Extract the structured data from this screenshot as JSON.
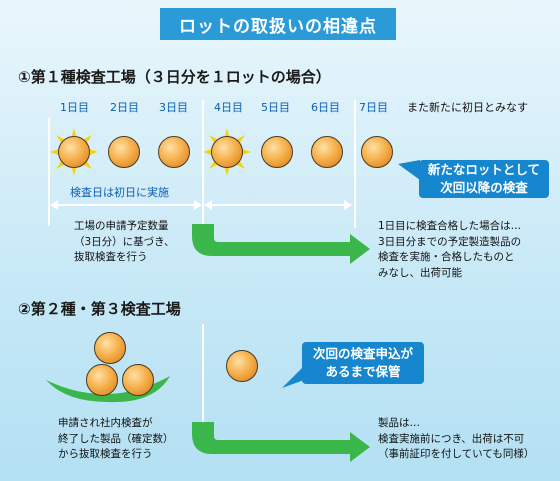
{
  "title": "ロットの取扱いの相違点",
  "section1": {
    "title": "①第１種検査工場（３日分を１ロットの場合）",
    "days": [
      "1日目",
      "2日目",
      "3日目",
      "4日目",
      "5日目",
      "6日目",
      "7日目"
    ],
    "day7_note": "また新たに初日とみなす",
    "span_label": "検査日は初日に実施",
    "callout": [
      "新たなロットとして",
      "次回以降の検査"
    ],
    "left_text": [
      "工場の申請予定数量",
      "（3日分）に基づき、",
      "抜取検査を行う"
    ],
    "right_text": [
      "1日目に検査合格した場合は…",
      "3日目分までの予定製造製品の",
      "検査を実施・合格したものと",
      "みなし、出荷可能"
    ]
  },
  "section2": {
    "title": "②第２種・第３検査工場",
    "callout": [
      "次回の検査申込が",
      "あるまで保管"
    ],
    "left_text": [
      "申請され社内検査が",
      "終了した製品（確定数）",
      "から抜取検査を行う"
    ],
    "right_text": [
      "製品は…",
      "検査実施前につき、出荷は不可",
      "（事前証印を付していても同様）"
    ]
  },
  "colors": {
    "background": "#c6e8f6",
    "title_box": "#2b9bd7",
    "callout": "#1687cf",
    "day_label": "#0a5fb3",
    "arrow": "#3bb64a",
    "sun": "#f5d312",
    "ball": "#f6b14c"
  }
}
